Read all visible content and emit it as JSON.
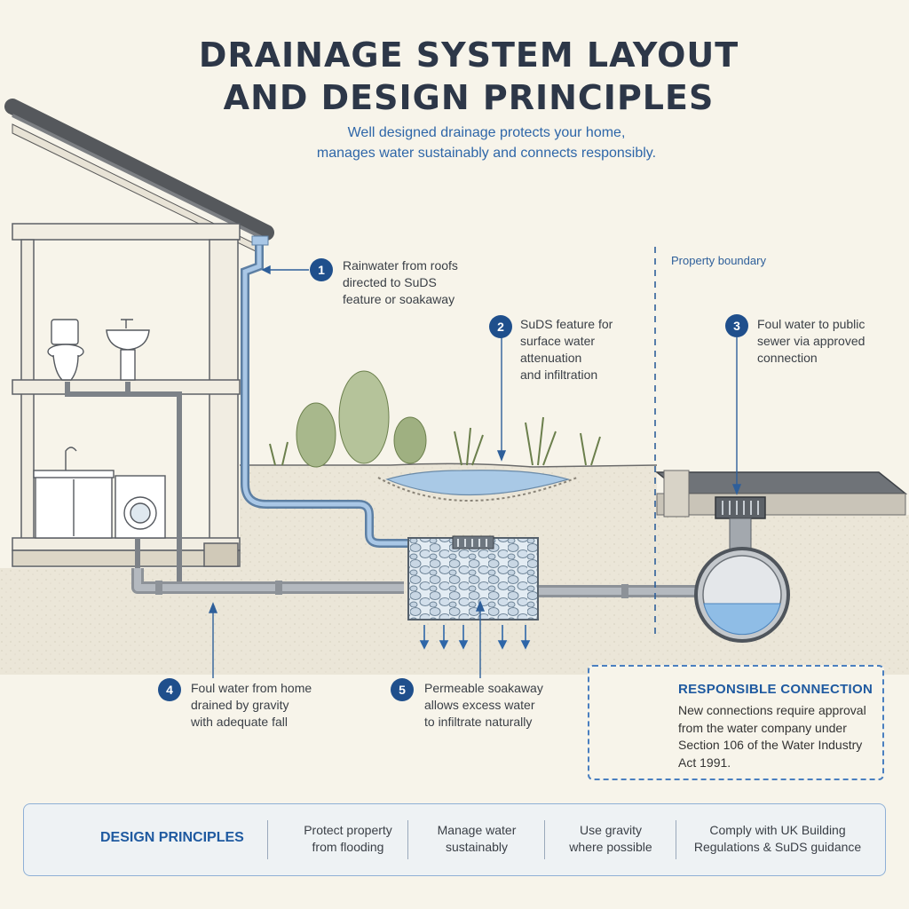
{
  "title": {
    "line1": "DRAINAGE SYSTEM LAYOUT",
    "line2": "AND DESIGN PRINCIPLES"
  },
  "subtitle": {
    "line1": "Well designed drainage protects your home,",
    "line2": "manages water sustainably and connects responsibly."
  },
  "property_boundary": "Property boundary",
  "callouts": [
    {
      "number": "1",
      "lines": [
        "Rainwater from roofs",
        "directed to SuDS",
        "feature or soakaway"
      ]
    },
    {
      "number": "2",
      "lines": [
        "SuDS feature for",
        "surface water",
        "attenuation",
        "and infiltration"
      ]
    },
    {
      "number": "3",
      "lines": [
        "Foul water to public",
        "sewer via approved",
        "connection"
      ]
    },
    {
      "number": "4",
      "lines": [
        "Foul water from home",
        "drained by gravity",
        "with adequate fall"
      ]
    },
    {
      "number": "5",
      "lines": [
        "Permeable soakaway",
        "allows excess water",
        "to infiltrate naturally"
      ]
    }
  ],
  "responsible_connection": {
    "title": "RESPONSIBLE CONNECTION",
    "lines": [
      "New connections require approval",
      "from the water company under",
      "Section 106 of the Water Industry",
      "Act 1991."
    ],
    "icon": "document-check-icon"
  },
  "design_principles": {
    "title": "DESIGN PRINCIPLES",
    "icon": "shield-check-icon",
    "items": [
      {
        "lines": [
          "Protect property",
          "from flooding"
        ]
      },
      {
        "lines": [
          "Manage water",
          "sustainably"
        ]
      },
      {
        "lines": [
          "Use gravity",
          "where possible"
        ]
      },
      {
        "lines": [
          "Comply with UK Building",
          "Regulations & SuDS guidance"
        ]
      }
    ]
  },
  "colors": {
    "accent": "#1f4f8c",
    "water": "#7fb3e0",
    "background": "#f7f4ea"
  }
}
